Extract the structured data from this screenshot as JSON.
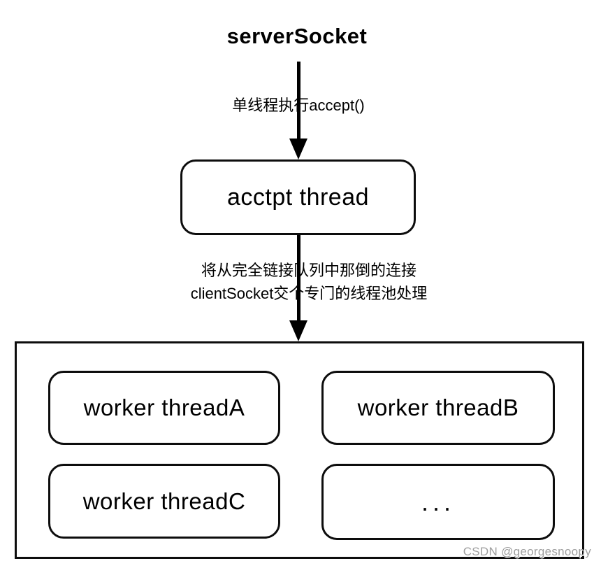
{
  "diagram": {
    "title": "serverSocket",
    "flow1": {
      "label": "单线程执行accept()"
    },
    "accept_box": {
      "label": "acctpt thread"
    },
    "flow2": {
      "label_line1": "将从完全链接队列中那倒的连接",
      "label_line2": "clientSocket交个专门的线程池处理"
    },
    "thread_pool": {
      "workers": [
        {
          "label": "worker threadA"
        },
        {
          "label": "worker threadB"
        },
        {
          "label": "worker threadC"
        },
        {
          "label": "..."
        }
      ]
    },
    "watermark": "CSDN @georgesnoopy",
    "colors": {
      "line": "#000000",
      "box_border": "#0d0d0d",
      "box_background": "#ffffff",
      "page_background": "#ffffff",
      "watermark_text": "#9e9e9e"
    }
  }
}
